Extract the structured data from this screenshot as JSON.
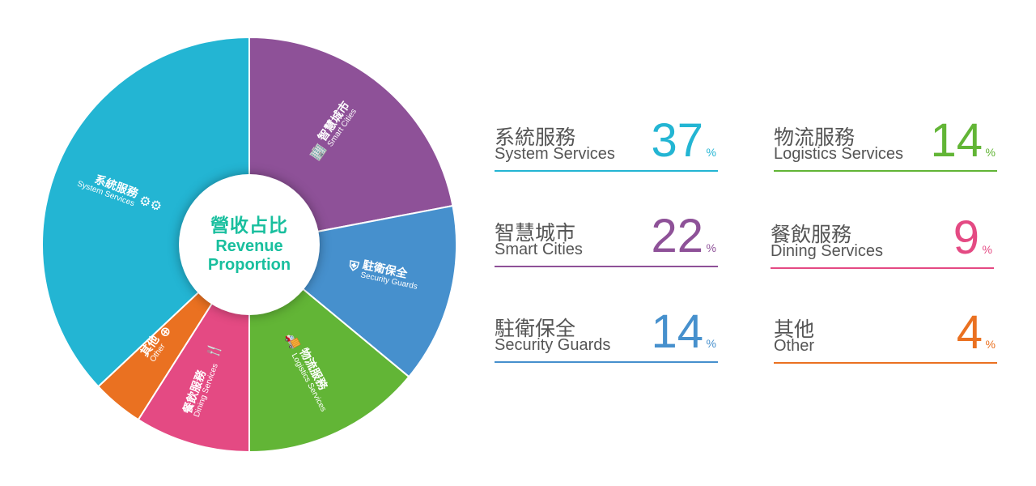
{
  "chart_data": {
    "type": "pie",
    "title": "營收占比",
    "title_en": "Revenue Proportion",
    "slices": [
      {
        "zh": "智慧城市",
        "en": "Smart Cities",
        "value": 22,
        "color": "#8e5198",
        "icon": "building-icon"
      },
      {
        "zh": "駐衛保全",
        "en": "Security Guards",
        "value": 14,
        "color": "#4690cd",
        "icon": "shield-icon"
      },
      {
        "zh": "物流服務",
        "en": "Logistics Services",
        "value": 14,
        "color": "#62b536",
        "icon": "truck-icon"
      },
      {
        "zh": "餐飲服務",
        "en": "Dining Services",
        "value": 9,
        "color": "#e44a83",
        "icon": "utensils-icon"
      },
      {
        "zh": "其他",
        "en": "Other",
        "value": 4,
        "color": "#ea7121",
        "icon": "plus-circle-icon"
      },
      {
        "zh": "系統服務",
        "en": "System Services",
        "value": 37,
        "color": "#23b5d3",
        "icon": "gears-icon"
      }
    ],
    "unit": "%"
  }
}
